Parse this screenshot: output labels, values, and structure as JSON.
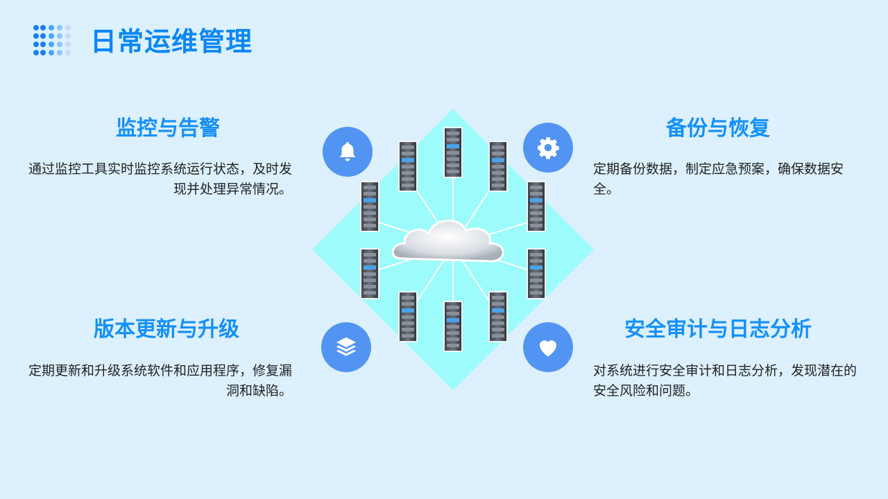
{
  "header": {
    "title": "日常运维管理"
  },
  "blocks": {
    "monitor": {
      "title": "监控与告警",
      "text": "通过监控工具实时监控系统运行状态，及时发现并处理异常情况。",
      "icon": "bell-icon"
    },
    "backup": {
      "title": "备份与恢复",
      "text": "定期备份数据，制定应急预案，确保数据安全。",
      "icon": "gear-icon"
    },
    "update": {
      "title": "版本更新与升级",
      "text": "定期更新和升级系统软件和应用程序，修复漏洞和缺陷。",
      "icon": "layers-icon"
    },
    "audit": {
      "title": "安全审计与日志分析",
      "text": "对系统进行安全审计和日志分析，发现潜在的安全风险和问题。",
      "icon": "heart-icon"
    }
  },
  "colors": {
    "accent": "#1490f7",
    "icon_bg": "#5294f2",
    "diamond": "#9cfbfb",
    "background": "#dcf0fd"
  }
}
